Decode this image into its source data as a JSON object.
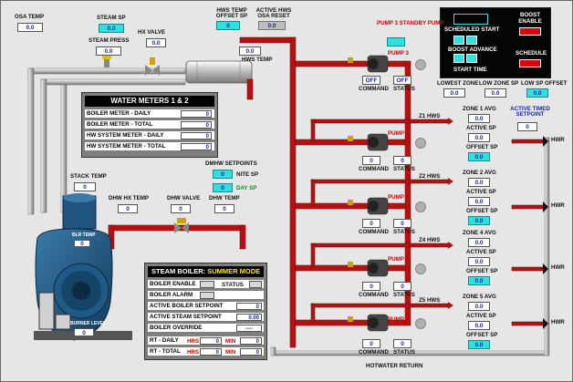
{
  "osa_temp": {
    "label": "OSA TEMP",
    "value": "0.0"
  },
  "steam_sp": {
    "label": "STEAM SP",
    "value": "0.0"
  },
  "steam_press": {
    "label": "STEAM PRESS",
    "value": "0.0"
  },
  "hx_valve": {
    "label": "HX VALVE",
    "value": "0.0"
  },
  "hws_temp_offset_sp": {
    "label": "HWS TEMP OFFSET SP",
    "value": "0"
  },
  "active_hws_osa_reset": {
    "label": "ACTIVE HWS OSA RESET",
    "value": "0.0"
  },
  "hws_temp": {
    "label": "HWS TEMP",
    "value": "0.0"
  },
  "schedule_panel": {
    "scheduled_start": "SCHEDULED START",
    "boost_advance": "BOOST ADVANCE",
    "start_time": "START TIME",
    "boost_enable": "BOOST ENABLE",
    "schedule": "SCHEDULE",
    "accent_red": "#e00000",
    "accent_cyan": "#2fe0e0"
  },
  "pump3_standby": {
    "label": "PUMP 3 STANDBY PUMP",
    "value": ""
  },
  "pump3": {
    "label": "PUMP 3",
    "command": "OFF",
    "status": "OFF",
    "command_label": "COMMAND",
    "status_label": "STATUS"
  },
  "water_meters": {
    "title": "WATER METERS 1 & 2",
    "rows": [
      {
        "label": "BOILER METER - DAILY",
        "value": "0"
      },
      {
        "label": "BOILER METER - TOTAL",
        "value": "0"
      },
      {
        "label": "HW SYSTEM METER - DAILY",
        "value": "0"
      },
      {
        "label": "HW SYSTEM METER - TOTAL",
        "value": "0"
      }
    ]
  },
  "zone_summary": {
    "lowest_zone": "LOWEST ZONE",
    "lowest_zone_value": "0.0",
    "low_zone_sp": "LOW ZONE SP",
    "low_zone_sp_value": "0.0",
    "low_sp_offset": "LOW SP OFFSET",
    "low_sp_offset_value": "0.0"
  },
  "pumps": [
    {
      "label": "PUMP 1",
      "line": "Z1 HWS",
      "command": "0",
      "status": "0"
    },
    {
      "label": "PUMP 2",
      "line": "Z2 HWS",
      "command": "0",
      "status": "0"
    },
    {
      "label": "PUMP 4",
      "line": "Z4 HWS",
      "command": "0",
      "status": "0"
    },
    {
      "label": "PUMP 5",
      "line": "Z5 HWS",
      "command": "0",
      "status": "0"
    }
  ],
  "command_label": "COMMAND",
  "status_label": "STATUS",
  "zones": [
    {
      "avg_label": "ZONE 1 AVG",
      "avg": "0.0",
      "active_sp_label": "ACTIVE SP",
      "active_sp": "0.0",
      "offset_label": "OFFSET SP",
      "offset": "0.0"
    },
    {
      "avg_label": "ZONE 2 AVG",
      "avg": "0.0",
      "active_sp_label": "ACTIVE SP",
      "active_sp": "0.0",
      "offset_label": "OFFSET SP",
      "offset": "0.0"
    },
    {
      "avg_label": "ZONE 4 AVG",
      "avg": "0.0",
      "active_sp_label": "ACTIVE SP",
      "active_sp": "0.0",
      "offset_label": "OFFSET SP",
      "offset": "0.0"
    },
    {
      "avg_label": "ZONE 5 AVG",
      "avg": "0.0",
      "active_sp_label": "ACTIVE SP",
      "active_sp": "0.0",
      "offset_label": "OFFSET SP",
      "offset": "0.0"
    }
  ],
  "active_timed_setpoint": {
    "label": "ACTIVE TIMED SETPOINT",
    "value": "0"
  },
  "hwr_label": "HWR",
  "hotwater_return": "HOTWATER RETURN",
  "stack_temp": {
    "label": "STACK TEMP",
    "value": "0"
  },
  "dmhw_setpoints": {
    "label": "DMHW SETPOINTS",
    "nite_label": "NITE SP",
    "nite_value": "0",
    "day_label": "DAY SP",
    "day_value": "0"
  },
  "dhw_hx_temp": {
    "label": "DHW HX TEMP",
    "value": "0"
  },
  "dhw_valve": {
    "label": "DHW VALVE",
    "value": "0"
  },
  "dhw_temp": {
    "label": "DHW TEMP",
    "value": "0"
  },
  "boiler": {
    "blr_temp_label": "BLR TEMP",
    "blr_temp": "0",
    "burner_level_label": "BURNER LEVEL",
    "burner_level": "0"
  },
  "steam_boiler": {
    "title": "STEAM BOILER:",
    "mode": "SUMMER MODE",
    "boiler_enable": "BOILER ENABLE",
    "status": "STATUS",
    "boiler_alarm": "BOILER ALARM",
    "active_boiler_setpoint": "ACTIVE BOILER SETPOINT",
    "active_boiler_setpoint_value": "0",
    "active_steam_setpoint": "ACTIVE STEAM SETPOINT",
    "active_steam_setpoint_value": "0.00",
    "boiler_override": "BOILER OVERRIDE",
    "boiler_override_value": "----",
    "rt_daily": "RT - DAILY",
    "rt_total": "RT - TOTAL",
    "hrs": "HRS",
    "min": "MIN",
    "rt_daily_hrs": "0",
    "rt_daily_min": "0",
    "rt_total_hrs": "0",
    "rt_total_min": "0"
  }
}
